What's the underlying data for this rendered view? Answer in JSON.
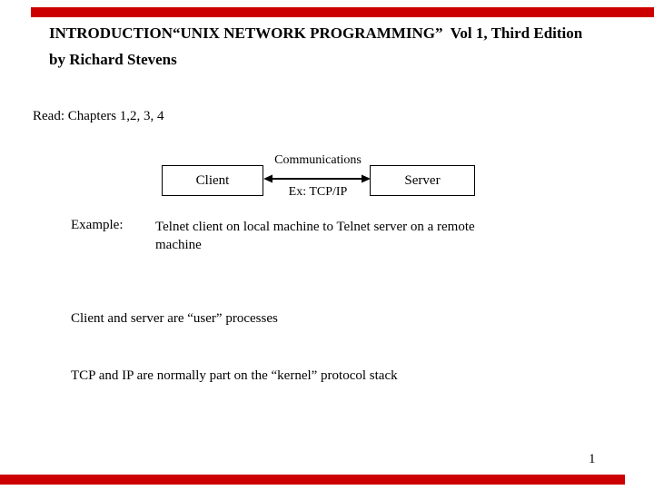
{
  "accent_color": "#cc0000",
  "header": {
    "title_line1": "INTRODUCTION“UNIX NETWORK PROGRAMMING”  Vol 1, Third Edition",
    "title_line2": "by Richard Stevens"
  },
  "content": {
    "read_line": "Read: Chapters 1,2, 3, 4",
    "diagram": {
      "client_box_label": "Client",
      "server_box_label": "Server",
      "link_label_top": "Communications",
      "link_label_bottom": "Ex: TCP/IP"
    },
    "example": {
      "label": "Example:",
      "text_line1": "Telnet client on local machine to Telnet server on a remote",
      "text_line2": "machine"
    },
    "notes": [
      "Client and server are “user” processes",
      "TCP and IP are normally part on the “kernel” protocol stack"
    ]
  },
  "footer": {
    "page_number": "1"
  }
}
